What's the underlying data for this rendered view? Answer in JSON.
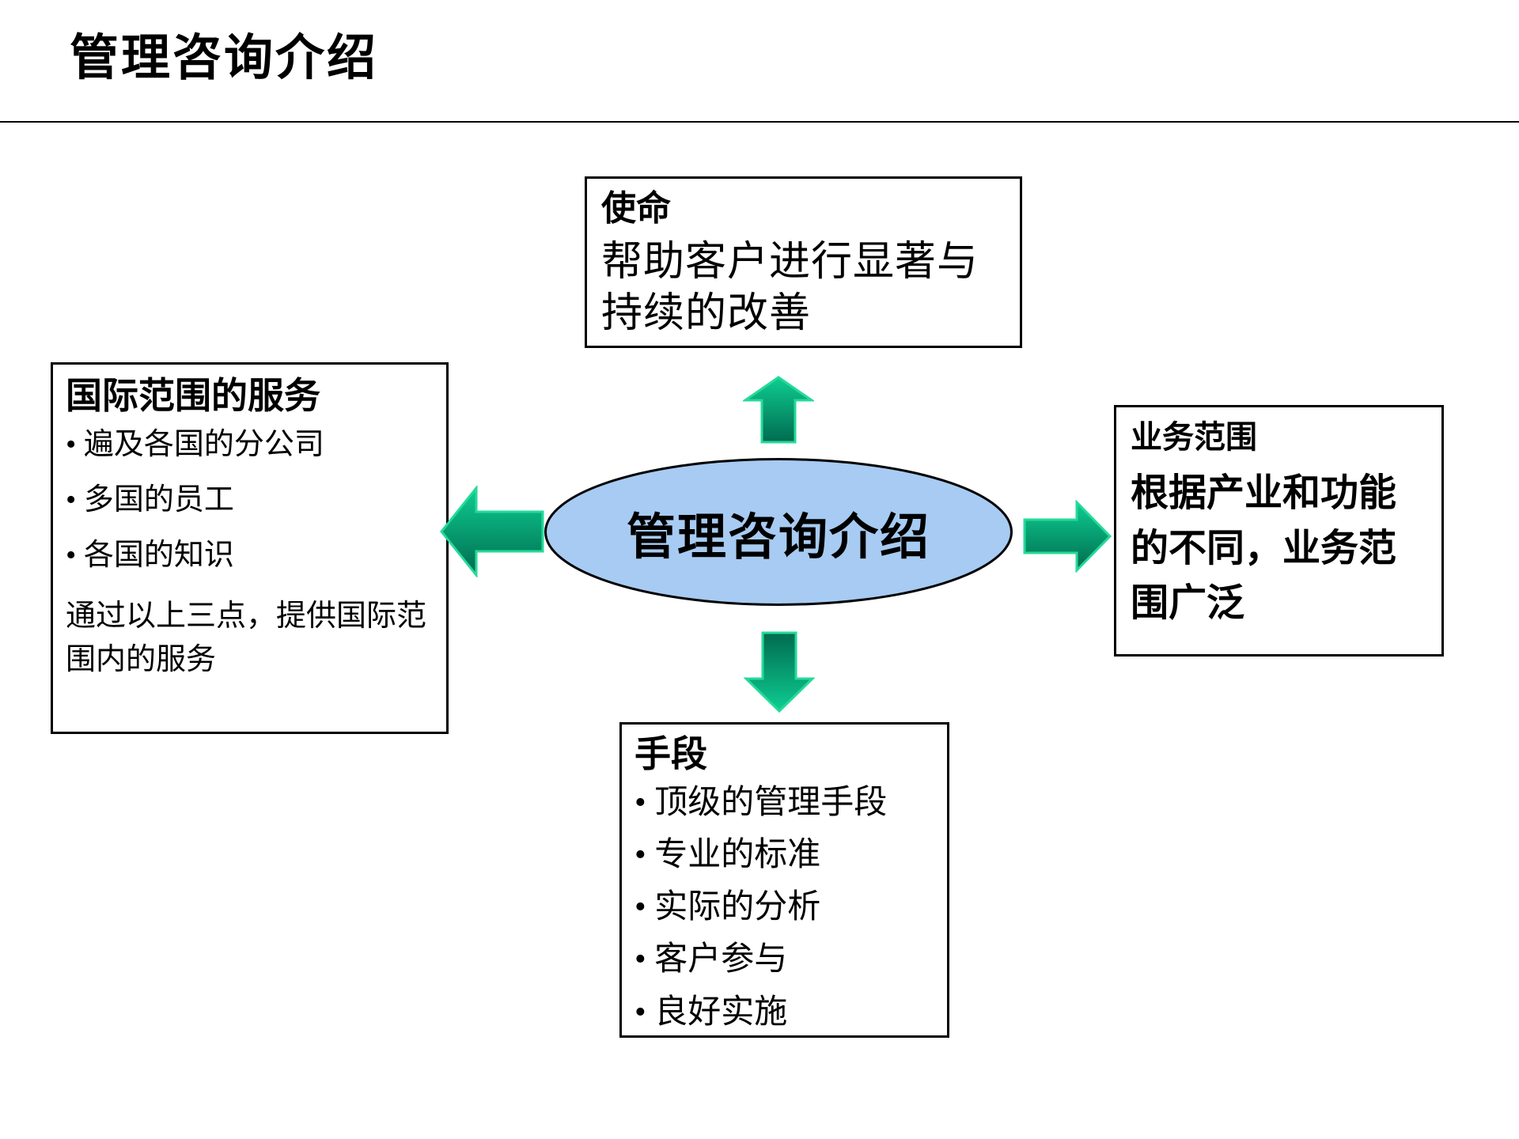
{
  "slide": {
    "title": "管理咨询介绍",
    "background": "#ffffff",
    "divider_color": "#000000"
  },
  "center": {
    "label": "管理咨询介绍",
    "fill": "#A7CBF2",
    "stroke": "#000000"
  },
  "arrows": {
    "directions": [
      "up",
      "left",
      "right",
      "down"
    ],
    "outline": "#25DA97",
    "gradient_light": "#0ECD92",
    "gradient_dark": "#006B4F"
  },
  "boxes": {
    "mission": {
      "heading": "使命",
      "body": "帮助客户进行显著与持续的改善"
    },
    "international": {
      "heading": "国际范围的服务",
      "bullets": [
        "遍及各国的分公司",
        "多国的员工",
        "各国的知识"
      ],
      "footer": "通过以上三点，提供国际范围内的服务"
    },
    "scope": {
      "heading": "业务范围",
      "body": "根据产业和功能的不同，业务范围广泛"
    },
    "methods": {
      "heading": "手段",
      "bullets": [
        "顶级的管理手段",
        "专业的标准",
        "实际的分析",
        "客户参与",
        "良好实施"
      ]
    }
  }
}
